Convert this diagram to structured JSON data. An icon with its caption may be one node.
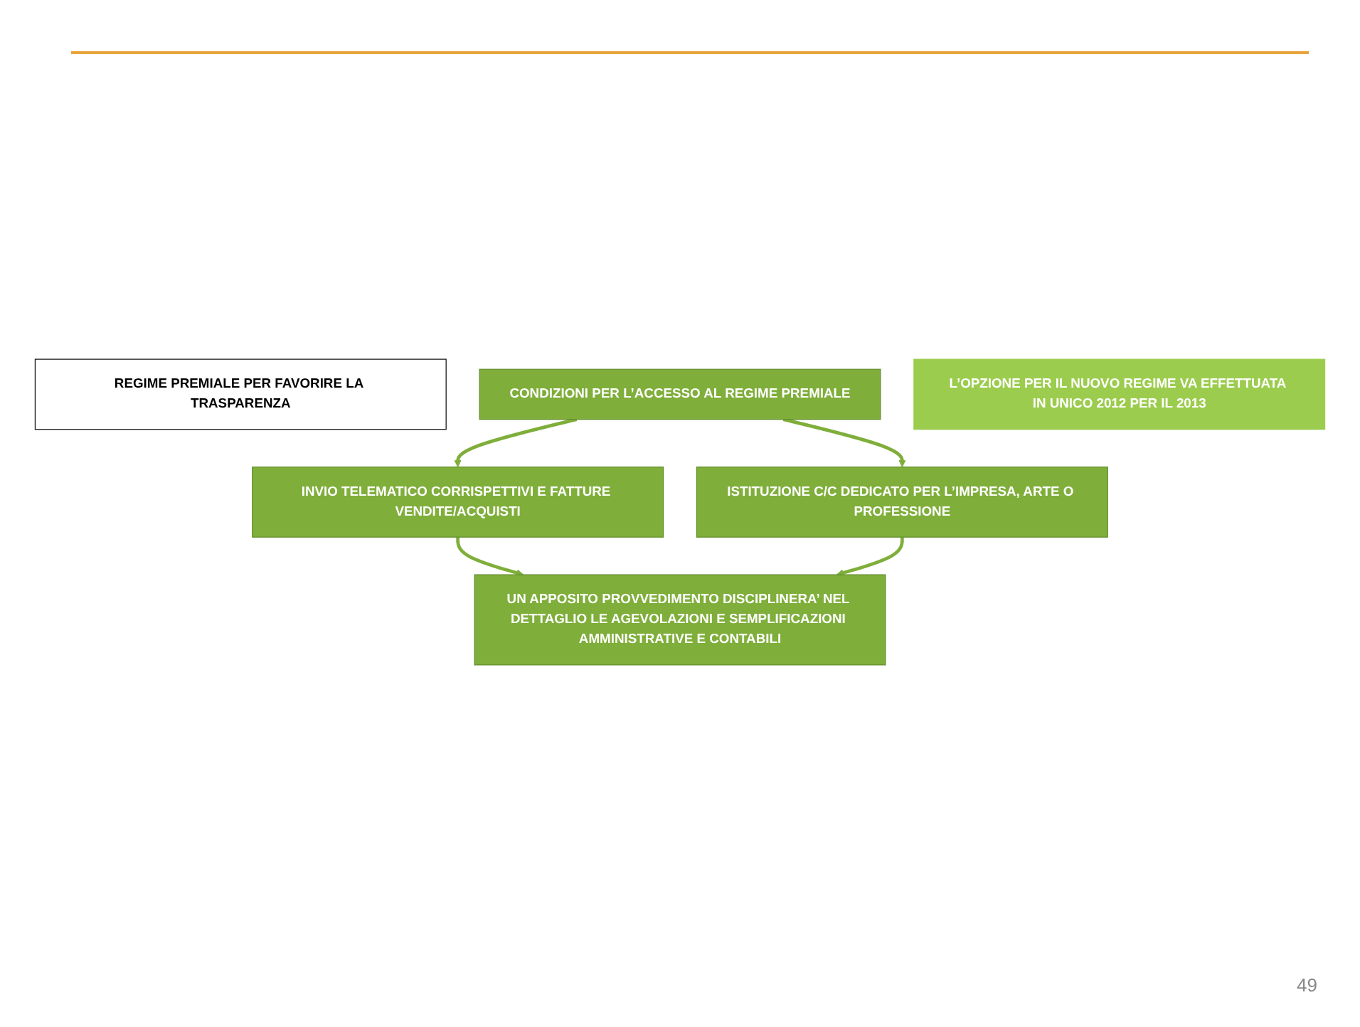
{
  "diagram": {
    "nodes": [
      {
        "text": [
          "REGIME PREMIALE PER FAVORIRE LA TRASPARENZA"
        ]
      },
      {
        "text": [
          "CONDIZIONI PER L’ACCESSO AL REGIME PREMIALE"
        ]
      },
      {
        "text": [
          "INVIO TELEMATICO CORRISPETTIVI E FATTURE VENDITE/ACQUISTI"
        ]
      },
      {
        "text": [
          "ISTITUZIONE C/C DEDICATO PER L’IMPRESA, ARTE O PROFESSIONE"
        ]
      },
      {
        "text": [
          "UN APPOSITO PROVVEDIMENTO DISCIPLINERA’ NEL DETTAGLIO LE AGEVOLAZIONI E SEMPLIFICAZIONI AMMINISTRATIVE E CONTABILI"
        ]
      },
      {
        "text": [
          "L’OPZIONE PER IL NUOVO REGIME VA EFFETTUATA IN UNICO 2012 PER IL 2013"
        ]
      }
    ],
    "edges": [
      {
        "from": 1,
        "to": 2,
        "arrow": "to"
      },
      {
        "from": 1,
        "to": 3,
        "arrow": "to"
      },
      {
        "from": 2,
        "to": 4,
        "arrow": "to"
      },
      {
        "from": 3,
        "to": 4,
        "arrow": "to"
      }
    ],
    "labels": [
      "49"
    ]
  }
}
